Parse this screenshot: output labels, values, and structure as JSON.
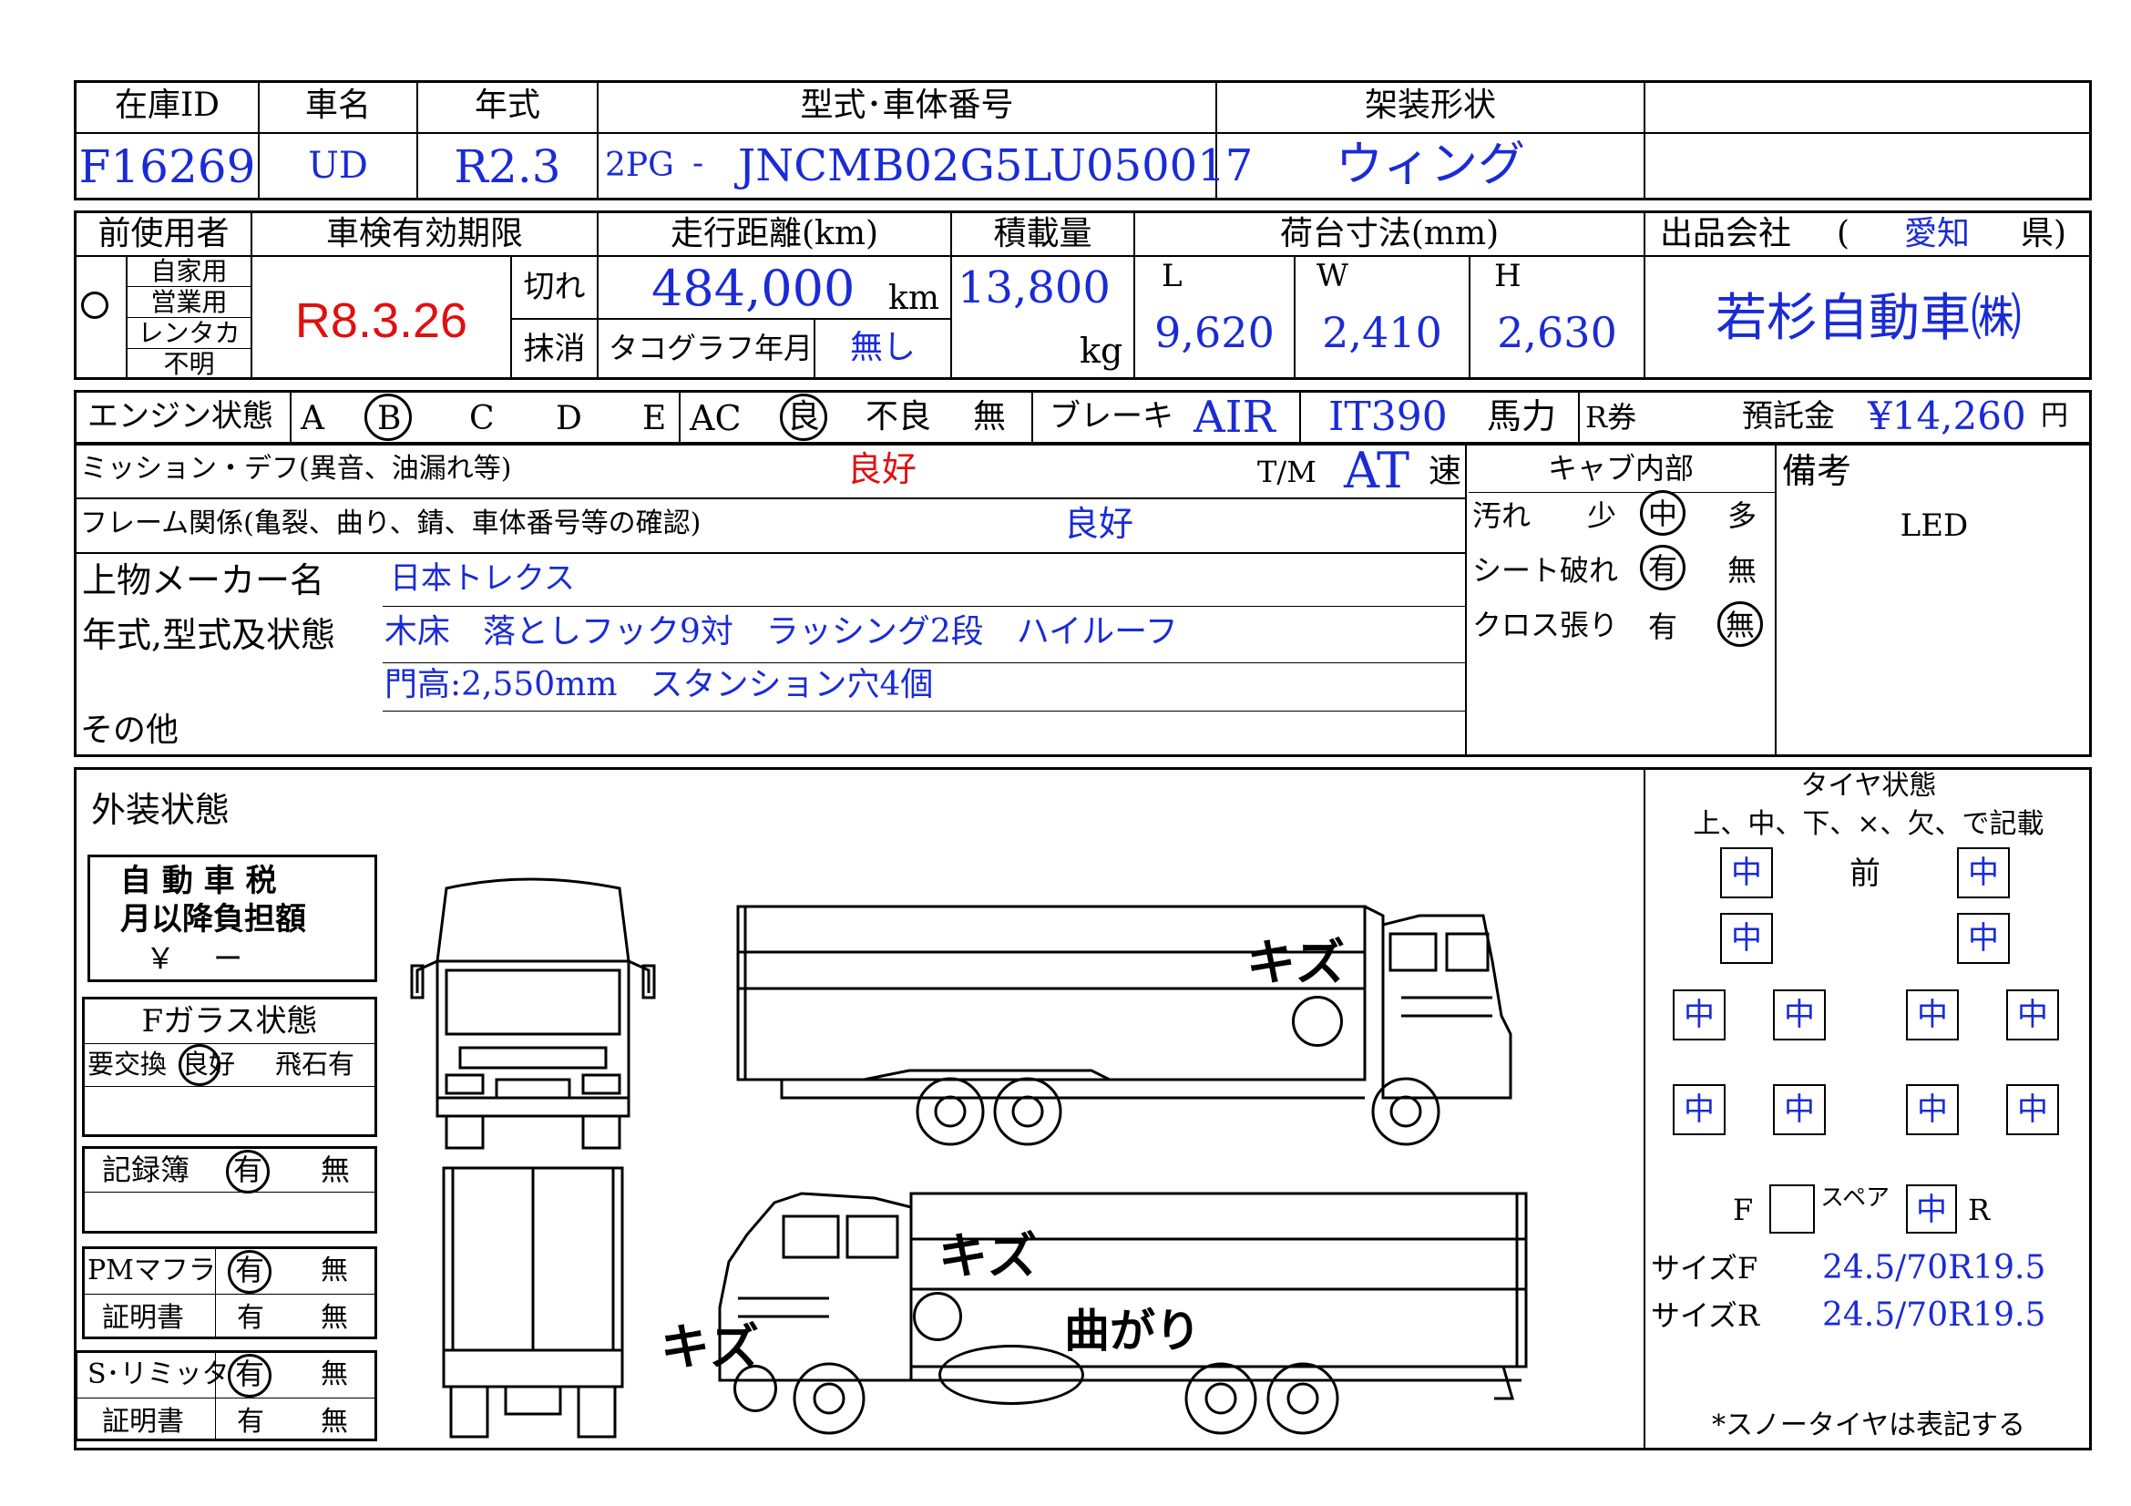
{
  "header": {
    "labels": {
      "stock_id": "在庫ID",
      "car_name": "車名",
      "year": "年式",
      "model_chassis": "型式･車体番号",
      "body_type": "架装形状"
    },
    "values": {
      "stock_id": "F16269",
      "car_name": "UD",
      "year": "R2.3",
      "model_prefix": "2PG",
      "model_dash": "-",
      "chassis_no": "JNCMB02G5LU050017",
      "body_type": "ウィング"
    }
  },
  "row2": {
    "labels": {
      "prev_user": "前使用者",
      "inspection": "車検有効期限",
      "mileage": "走行距離(km)",
      "load": "積載量",
      "bed_size": "荷台寸法(mm)",
      "seller": "出品会社",
      "paren_open": "(",
      "paren_close": "県)",
      "expired": "切れ",
      "cancelled": "抹消",
      "km": "km",
      "kg": "kg",
      "tachograph": "タコグラフ年月",
      "L": "L",
      "W": "W",
      "H": "H"
    },
    "user_types": [
      "自家用",
      "営業用",
      "レンタカ",
      "不明"
    ],
    "user_mark": "○",
    "values": {
      "inspection_date": "R8.3.26",
      "mileage": "484,000",
      "tachograph": "無し",
      "load": "13,800",
      "L": "9,620",
      "W": "2,410",
      "H": "2,630",
      "prefecture": "愛知",
      "seller_name": "若杉自動車㈱"
    }
  },
  "row3": {
    "engine_label": "エンジン状態",
    "grades": [
      "A",
      "B",
      "C",
      "D",
      "E"
    ],
    "ac_label": "AC",
    "ac_options": [
      "良",
      "不良",
      "無"
    ],
    "brake_label": "ブレーキ",
    "brake_value": "AIR",
    "engine_model": "IT390",
    "hp_label": "馬力",
    "r_ticket": "R券",
    "deposit_label": "預託金",
    "deposit_value": "¥14,260",
    "yen": "円"
  },
  "details": {
    "mission_label": "ミッション・デフ(異音、油漏れ等)",
    "mission_value": "良好",
    "tm_label": "T/M",
    "tm_value": "AT",
    "speed_label": "速",
    "frame_label": "フレーム関係(亀裂、曲り、錆、車体番号等の確認)",
    "frame_value": "良好",
    "maker_label": "上物メーカー名",
    "maker_value": "日本トレクス",
    "state_label": "年式,型式及状態",
    "state_line1": "木床　落としフック9対　ラッシング2段　ハイルーフ",
    "state_line2": "門高:2,550mm　スタンション穴4個",
    "other_label": "その他",
    "cab_title": "キャブ内部",
    "cab_rows": [
      {
        "label": "汚れ",
        "opt1": "少",
        "opt2": "中",
        "opt3": "多"
      },
      {
        "label": "シート破れ",
        "opt1": "有",
        "opt2": "無"
      },
      {
        "label": "クロス張り",
        "opt1": "有",
        "opt2": "無"
      }
    ],
    "remarks_label": "備考",
    "remarks_value": "LED"
  },
  "exterior": {
    "title": "外装状態",
    "tax_line1": "自 動 車 税",
    "tax_line2": "月以降負担額",
    "tax_line3": "￥　 ー",
    "glass_title": "Fガラス状態",
    "glass_options": [
      "要交換",
      "良好",
      "飛石有"
    ],
    "record_label": "記録簿",
    "yes": "有",
    "no": "無",
    "pm_label": "PMマフラ",
    "cert_label": "証明書",
    "slimit_label": "S･リミッタ",
    "marks": {
      "kizu": "キズ",
      "magari": "曲がり"
    }
  },
  "tires": {
    "title": "タイヤ状態",
    "instruction": "上、中、下、×、欠、で記載",
    "front_label": "前",
    "grade": "中",
    "f_label": "F",
    "spare_label": "スペア",
    "r_label": "R",
    "size_f_label": "サイズF",
    "size_f_value": "24.5/70R19.5",
    "size_r_label": "サイズR",
    "size_r_value": "24.5/70R19.5",
    "note": "*スノータイヤは表記する"
  }
}
